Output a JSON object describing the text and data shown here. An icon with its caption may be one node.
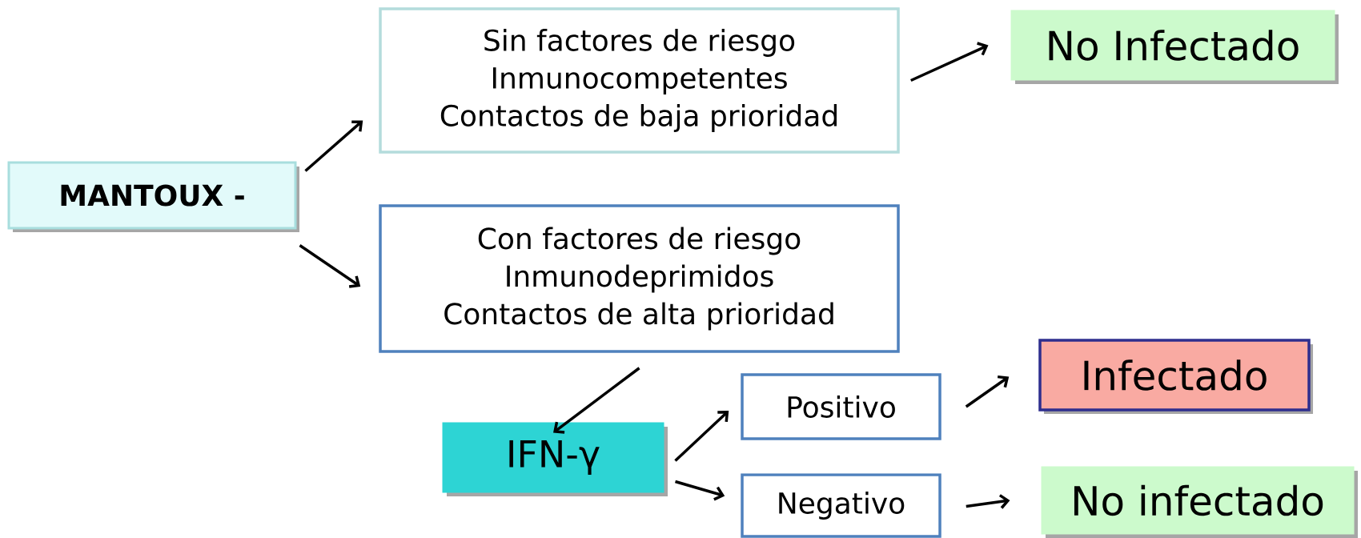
{
  "diagram": {
    "nodes": [
      {
        "text": [
          "MANTOUX -"
        ]
      },
      {
        "text": [
          "Sin factores de riesgo",
          "Inmunocompetentes",
          "Contactos de baja prioridad"
        ]
      },
      {
        "text": [
          "No Infectado"
        ]
      },
      {
        "text": [
          "Con factores de riesgo",
          "Inmunodeprimidos",
          "Contactos de alta prioridad"
        ]
      },
      {
        "text": [
          "IFN-γ"
        ]
      },
      {
        "text": [
          "Positivo"
        ]
      },
      {
        "text": [
          "Infectado"
        ]
      },
      {
        "text": [
          "Negativo"
        ]
      },
      {
        "text": [
          "No infectado"
        ]
      }
    ],
    "edges": [
      {
        "from": 0,
        "to": 1,
        "arrow": "to"
      },
      {
        "from": 0,
        "to": 3,
        "arrow": "to"
      },
      {
        "from": 1,
        "to": 2,
        "arrow": "to"
      },
      {
        "from": 3,
        "to": 4,
        "arrow": "to"
      },
      {
        "from": 4,
        "to": 5,
        "arrow": "to"
      },
      {
        "from": 4,
        "to": 7,
        "arrow": "to"
      },
      {
        "from": 5,
        "to": 6,
        "arrow": "to"
      },
      {
        "from": 7,
        "to": 8,
        "arrow": "to"
      }
    ]
  }
}
